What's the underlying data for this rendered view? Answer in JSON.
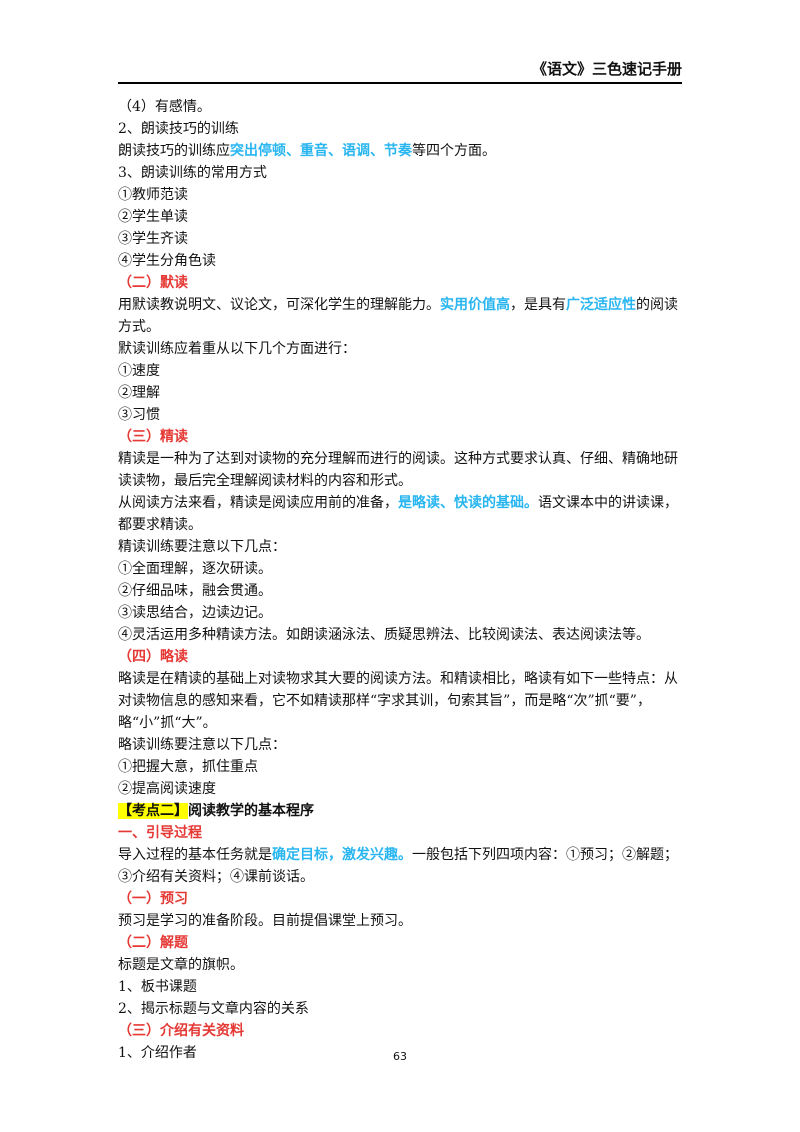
{
  "header": {
    "title": "《语文》三色速记手册"
  },
  "lines": {
    "l1": "（4）有感情。",
    "l2": "2、朗读技巧的训练",
    "l3": {
      "a": "朗读技巧的训练应",
      "b": "突出停顿、重音、语调、节奏",
      "c": "等四个方面。"
    },
    "l4": "3、朗读训练的常用方式",
    "l5": "①教师范读",
    "l6": "②学生单读",
    "l7": "③学生齐读",
    "l8": "④学生分角色读",
    "l9": "（二）默读",
    "l10": {
      "a": "用默读教说明文、议论文，可深化学生的理解能力。",
      "b": "实用价值高",
      "c": "，是具有",
      "d": "广泛适应性",
      "e": "的阅读方式。"
    },
    "l11": "默读训练应着重从以下几个方面进行：",
    "l12": "①速度",
    "l13": "②理解",
    "l14": "③习惯",
    "l15": "（三）精读",
    "l16": "精读是一种为了达到对读物的充分理解而进行的阅读。这种方式要求认真、仔细、精确地研读读物，最后完全理解阅读材料的内容和形式。",
    "l17": {
      "a": "从阅读方法来看，精读是阅读应用前的准备，",
      "b": "是略读、快读的基础。",
      "c": "语文课本中的讲读课，都要求精读。"
    },
    "l18": "精读训练要注意以下几点：",
    "l19": "①全面理解，逐次研读。",
    "l20": "②仔细品味，融会贯通。",
    "l21": "③读思结合，边读边记。",
    "l22": "④灵活运用多种精读方法。如朗读涵泳法、质疑思辨法、比较阅读法、表达阅读法等。",
    "l23": "（四）略读",
    "l24": "略读是在精读的基础上对读物求其大要的阅读方法。和精读相比，略读有如下一些特点：从对读物信息的感知来看，它不如精读那样“字求其训，句索其旨”，而是略“次”抓“要”，略“小”抓“大”。",
    "l25": "略读训练要注意以下几点：",
    "l26": "①把握大意，抓住重点",
    "l27": "②提高阅读速度",
    "l28": {
      "a": "【考点二】",
      "b": "阅读教学的基本程序"
    },
    "l29": "一、引导过程",
    "l30": {
      "a": "导入过程的基本任务就是",
      "b": "确定目标，激发兴趣。",
      "c": "一般包括下列四项内容：①预习；②解题；③介绍有关资料；④课前谈话。"
    },
    "l31": "（一）预习",
    "l32": "预习是学习的准备阶段。目前提倡课堂上预习。",
    "l33": "（二）解题",
    "l34": "标题是文章的旗帜。",
    "l35": "1、板书课题",
    "l36": "2、揭示标题与文章内容的关系",
    "l37": "（三）介绍有关资料",
    "l38": "1、介绍作者"
  },
  "footer": {
    "page_number": "63"
  }
}
